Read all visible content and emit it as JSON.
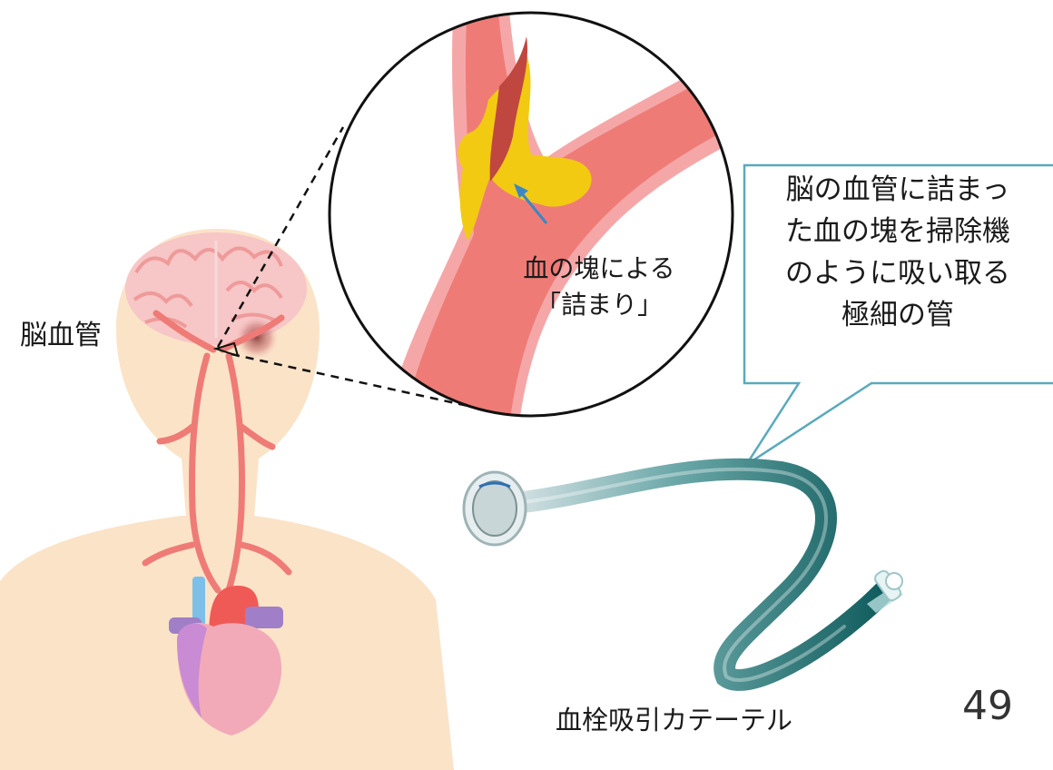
{
  "labels": {
    "brain_vessel": "脳血管",
    "clot_line1": "血の塊による",
    "clot_line2": "「詰まり」",
    "callout_lines": [
      "脳の血管に詰まっ",
      "た血の塊を掃除機",
      "のように吸い取る",
      "極細の管"
    ],
    "catheter": "血栓吸引カテーテル",
    "page_number": "49"
  },
  "colors": {
    "skin": "#fbe3c8",
    "brain": "#f7c6c6",
    "brain_line": "#ef8f8f",
    "artery": "#ef7b76",
    "vessel_wall": "#f5a7a8",
    "clot_yellow": "#f2ca12",
    "clot_red": "#c0473f",
    "arrow": "#3b87c4",
    "callout_border": "#5aa9bd",
    "catheter": "#1f6e6e",
    "heart": "#f2aab8",
    "heart_purple": "#a07fc8",
    "vein_blue": "#7cbfe8"
  }
}
